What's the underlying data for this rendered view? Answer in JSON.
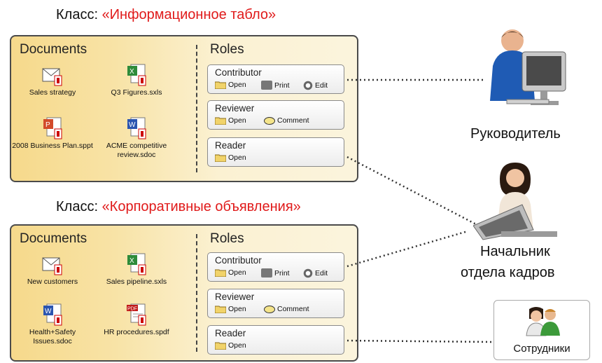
{
  "class1_prefix": "Класс: ",
  "class1_name": "«Информационное табло»",
  "class2_prefix": "Класс: ",
  "class2_name": "«Корпоративные объявления»",
  "documents_header": "Documents",
  "roles_header": "Roles",
  "panel1": {
    "documents": [
      {
        "label": "Sales strategy",
        "icon": "email-doc-icon"
      },
      {
        "label": "Q3 Figures.sxls",
        "icon": "excel-doc-icon"
      },
      {
        "label": "2008 Business Plan.sppt",
        "icon": "powerpoint-doc-icon"
      },
      {
        "label": "ACME competitive review.sdoc",
        "icon": "word-doc-icon"
      }
    ],
    "roles": [
      {
        "name": "Contributor",
        "perms": [
          "Open",
          "Print",
          "Edit"
        ]
      },
      {
        "name": "Reviewer",
        "perms": [
          "Open",
          "Comment"
        ]
      },
      {
        "name": "Reader",
        "perms": [
          "Open"
        ]
      }
    ]
  },
  "panel2": {
    "documents": [
      {
        "label": "New customers",
        "icon": "email-doc-icon"
      },
      {
        "label": "Sales pipeline.sxls",
        "icon": "excel-doc-icon"
      },
      {
        "label": "Health+Safety Issues.sdoc",
        "icon": "word-doc-icon"
      },
      {
        "label": "HR procedures.spdf",
        "icon": "pdf-doc-icon"
      }
    ],
    "roles": [
      {
        "name": "Contributor",
        "perms": [
          "Open",
          "Print",
          "Edit"
        ]
      },
      {
        "name": "Reviewer",
        "perms": [
          "Open",
          "Comment"
        ]
      },
      {
        "name": "Reader",
        "perms": [
          "Open"
        ]
      }
    ]
  },
  "people": {
    "manager": "Руководитель",
    "hr_head_line1": "Начальник",
    "hr_head_line2": "отдела кадров",
    "employees": "Сотрудники"
  },
  "colors": {
    "accent_red": "#e01a1a",
    "panel_gold": "#f6d98b",
    "outline": "#4a4a4a"
  }
}
